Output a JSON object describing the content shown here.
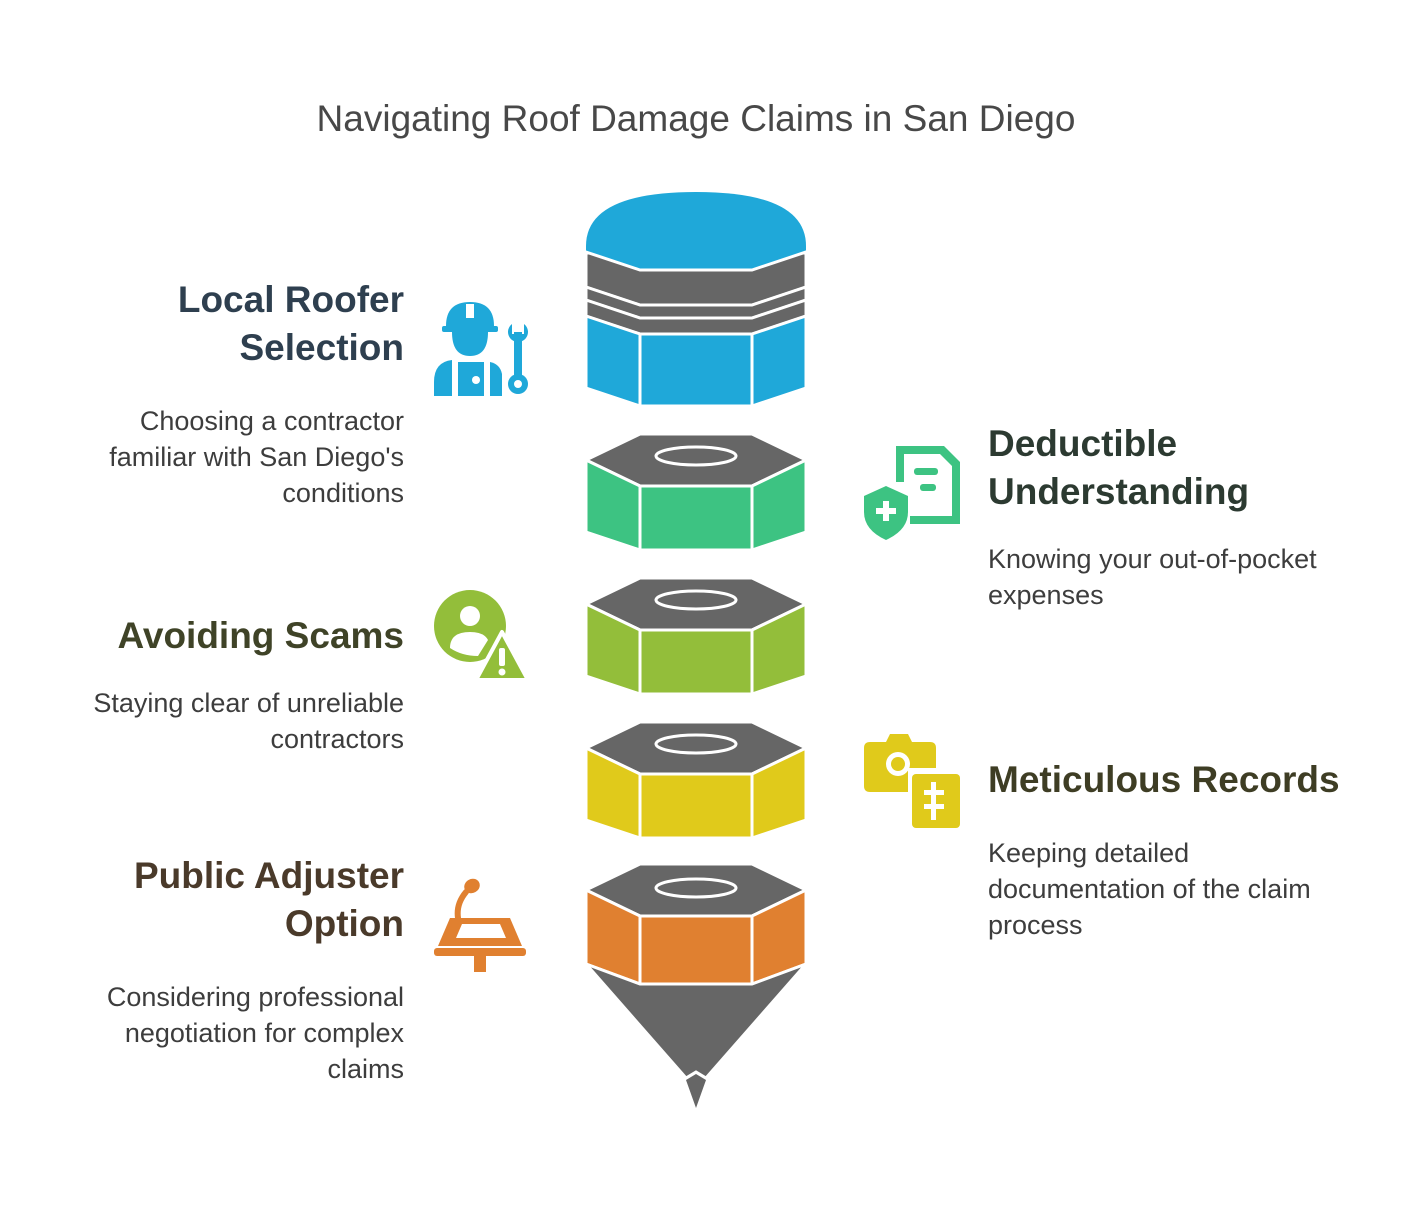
{
  "title": "Navigating Roof Damage Claims in San Diego",
  "colors": {
    "blue": "#1FA8D9",
    "green": "#3DC382",
    "lime": "#93BE3A",
    "yellow": "#E0CA1B",
    "orange": "#E08030",
    "gray": "#666666",
    "heading_blue": "#2E3F4F",
    "heading_green": "#2C3A31",
    "heading_lime": "#3F4327",
    "heading_yellow": "#3E3D24",
    "heading_orange": "#4A3A2A"
  },
  "items": [
    {
      "heading_line1": "Local Roofer",
      "heading_line2": "Selection",
      "desc_line1": "Choosing a contractor",
      "desc_line2": "familiar with San Diego's",
      "desc_line3": "conditions",
      "icon": "worker-wrench-icon"
    },
    {
      "heading_line1": "Deductible",
      "heading_line2": "Understanding",
      "desc_line1": "Knowing your out-of-pocket",
      "desc_line2": "expenses",
      "icon": "document-shield-icon"
    },
    {
      "heading_line1": "Avoiding Scams",
      "desc_line1": "Staying clear of unreliable",
      "desc_line2": "contractors",
      "icon": "user-warning-icon"
    },
    {
      "heading_line1": "Meticulous Records",
      "desc_line1": "Keeping detailed",
      "desc_line2": "documentation of the claim",
      "desc_line3": "process",
      "icon": "camera-document-icon"
    },
    {
      "heading_line1": "Public Adjuster",
      "heading_line2": "Option",
      "desc_line1": "Considering professional",
      "desc_line2": "negotiation for complex",
      "desc_line3": "claims",
      "icon": "podium-microphone-icon"
    }
  ]
}
